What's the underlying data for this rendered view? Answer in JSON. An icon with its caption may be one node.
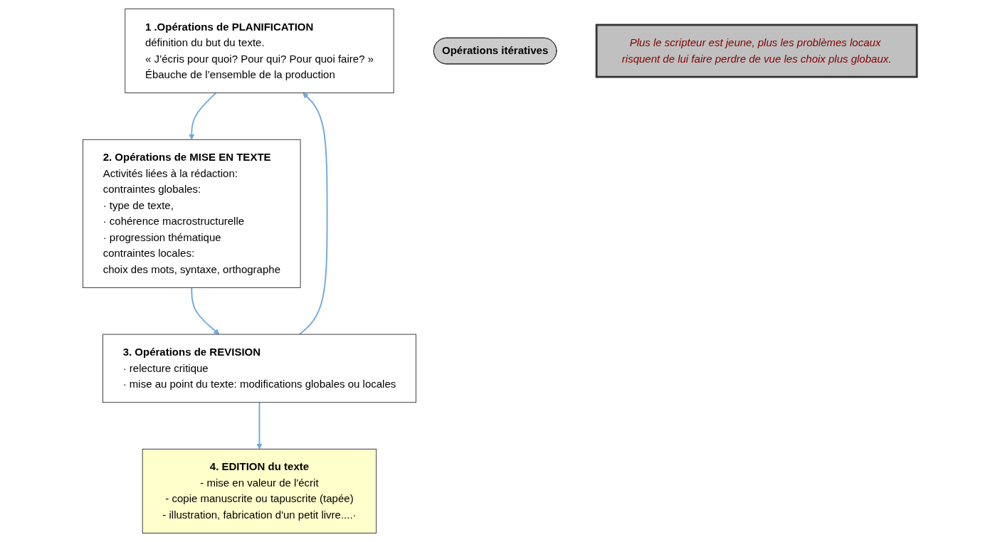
{
  "diagram": {
    "nodes": [
      {
        "text": [
          "1 .Opérations de PLANIFICATION",
          "définition du but du texte.",
          "« J’écris pour quoi? Pour qui? Pour quoi faire? »",
          "Ébauche de l’ensemble de la production"
        ]
      },
      {
        "text": [
          "Opérations itératives"
        ]
      },
      {
        "text": [
          "2. Opérations de MISE EN TEXTE",
          "Activités liées à la rédaction:",
          "contraintes globales:",
          "· type de texte,",
          "· cohérence macrostructurelle",
          "· progression thématique",
          "contraintes locales:",
          "choix des mots, syntaxe, orthographe"
        ]
      },
      {
        "text": [
          "3. Opérations de REVISION",
          "· relecture critique",
          "· mise au point du texte: modifications globales ou locales"
        ]
      },
      {
        "text": [
          "Plus le scripteur est jeune, plus les problèmes locaux risquent de lui faire perdre de vue les choix plus globaux."
        ]
      },
      {
        "text": [
          "4. EDITION du texte",
          "- mise en valeur de l'écrit",
          "- copie manuscrite ou tapuscrite (tapée)",
          "- illustration, fabrication d'un petit livre....·"
        ]
      }
    ],
    "edges": [
      {
        "from": 0,
        "to": 2,
        "arrow": "to"
      },
      {
        "from": 2,
        "to": 3,
        "arrow": "to"
      },
      {
        "from": 3,
        "to": 0,
        "arrow": "to"
      },
      {
        "from": 3,
        "to": 5,
        "arrow": "to"
      }
    ]
  }
}
